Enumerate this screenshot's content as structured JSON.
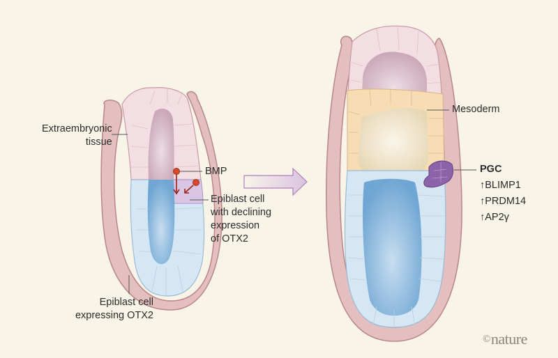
{
  "figure": {
    "labels": {
      "extraembryonic": [
        "Extraembryonic",
        "tissue"
      ],
      "bmp": "BMP",
      "epiblast_declining": [
        "Epiblast cell",
        "with declining",
        "expression",
        "of OTX2"
      ],
      "epiblast_otx2": [
        "Epiblast cell",
        "expressing OTX2"
      ],
      "mesoderm": "Mesoderm",
      "pgc": "PGC",
      "markers": [
        "↑BLIMP1",
        "↑PRDM14",
        "↑AP2γ"
      ]
    },
    "credit": {
      "symbol": "©",
      "text": "nature"
    },
    "colors": {
      "background": "#f8f4e8",
      "outer_tissue": "#e6c2c2",
      "outer_stroke": "#b98588",
      "cell_pink": "#f4e2e6",
      "cell_blue": "#d6e8f4",
      "cavity_blue": "#7fb0d8",
      "cell_orange": "#f8dcb4",
      "cavity_beige": "#efe3c8",
      "pgc_purple": "#8c63a8",
      "bmp_red": "#d84a2a",
      "arrow_purple": "#b07cc0"
    }
  }
}
